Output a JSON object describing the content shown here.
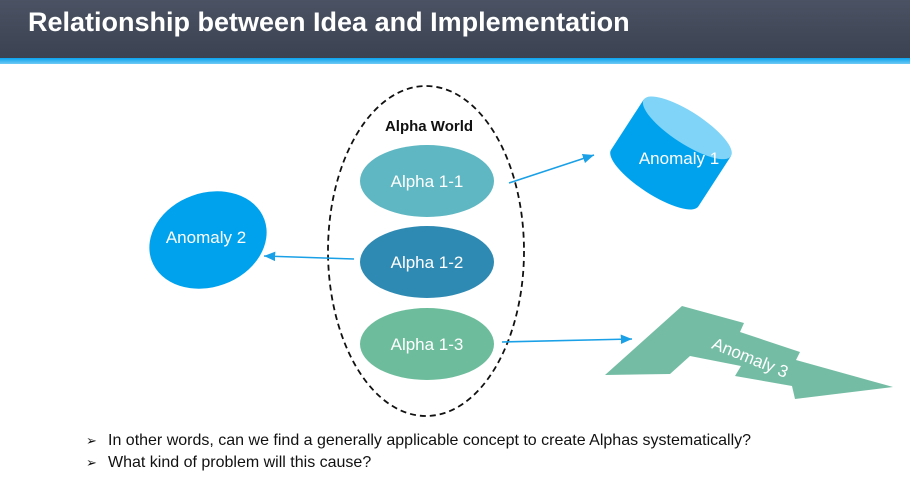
{
  "slide": {
    "title": "Relationship between Idea and Implementation"
  },
  "diagram": {
    "group_label": "Alpha World",
    "alphas": [
      {
        "label": "Alpha 1-1",
        "color": "#5eb7c2"
      },
      {
        "label": "Alpha 1-2",
        "color": "#2f8ab3"
      },
      {
        "label": "Alpha 1-3",
        "color": "#6dbd9c"
      }
    ],
    "anomalies": [
      {
        "label": "Anomaly 1",
        "shape": "cylinder",
        "color": "#00a2ee"
      },
      {
        "label": "Anomaly 2",
        "shape": "ellipse",
        "color": "#00a2ee"
      },
      {
        "label": "Anomaly 3",
        "shape": "lightning",
        "color": "#74bda4"
      }
    ],
    "arrows": [
      {
        "from": "Alpha 1-1",
        "to": "Anomaly 1"
      },
      {
        "from": "Alpha 1-2",
        "to": "Anomaly 2"
      },
      {
        "from": "Alpha 1-3",
        "to": "Anomaly 3"
      }
    ],
    "arrow_color": "#1aa0e6"
  },
  "bullets": [
    "In other words, can we find a generally applicable concept to create Alphas systematically?",
    "What kind of problem will this cause?"
  ],
  "bullet_marker": "➢"
}
